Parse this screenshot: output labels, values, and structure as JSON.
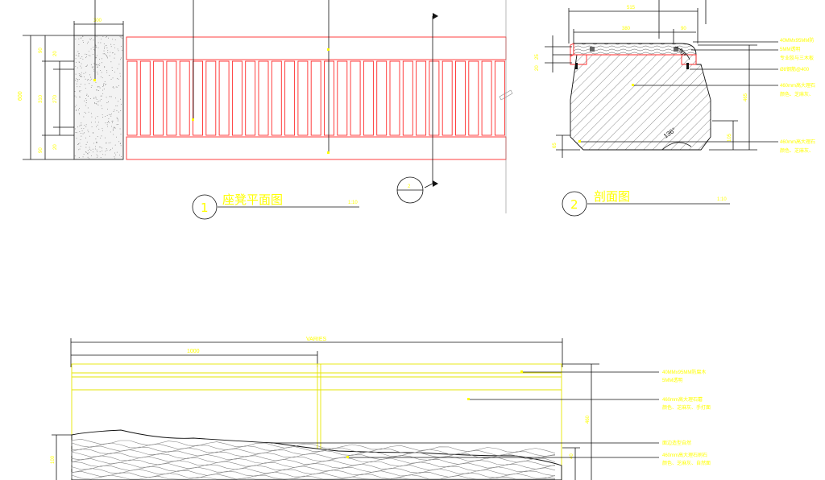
{
  "plan": {
    "title": "座凳平面图",
    "number": "1",
    "scale": "1:10",
    "dims_top": "300",
    "dims_left": [
      "90",
      "20",
      "270",
      "310",
      "20",
      "90"
    ],
    "dim_total": "600",
    "section_marker": "2"
  },
  "section": {
    "title": "剖面图",
    "number": "2",
    "scale": "1:10",
    "dims_top": [
      "515",
      "380",
      "90"
    ],
    "dims_left": [
      "25",
      "20"
    ],
    "dim_right": "465",
    "dim_bottom_left": "65",
    "dim_bottom_right": "105",
    "angles": [
      "90°",
      "136°"
    ],
    "notes": [
      "40MMx95MM防",
      "5MM透明",
      "专业胶与三木板",
      "Ø8钢筋@400",
      "460mm高大理石",
      "颜色、芝麻灰、",
      "460mm高大理石",
      "颜色、芝麻灰、"
    ]
  },
  "elevation": {
    "dim_overall": "VARIES",
    "dim_segment": "1000",
    "dim_right": "460",
    "dim_left_bottom": "100",
    "dim_right_bottom": "40",
    "notes": [
      "40MMx95MM防腐木",
      "5MM透明",
      "460mm高大理石蘑",
      "颜色、芝麻灰、手打面",
      "面边造型自然",
      "460mm高大理石刷石",
      "颜色、芝麻灰、自然面"
    ]
  }
}
